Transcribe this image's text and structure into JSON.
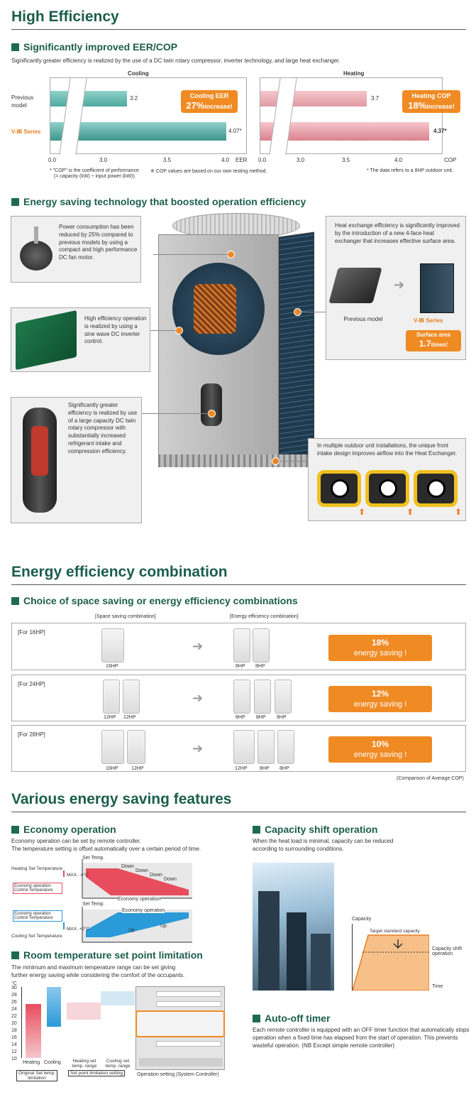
{
  "s1": {
    "title": "High Efficiency",
    "sub1": "Significantly improved EER/COP",
    "desc": "Significantly greater efficiency is realized by the use of a DC twin rotary compressor, inverter technology, and large heat exchanger.",
    "cooling": {
      "label": "Cooling",
      "prev_label": "Previous model",
      "new_label": "V-Ⅲ Series",
      "prev_value": "3.2",
      "new_value": "4.07*",
      "callout_top": "Cooling EER",
      "callout_pct": "27%",
      "callout_word": "increase!",
      "ticks": [
        "0.0",
        "3.0",
        "3.5",
        "4.0"
      ],
      "unit": "EER"
    },
    "heating": {
      "label": "Heating",
      "prev_value": "3.7",
      "new_value": "4.37*",
      "callout_top": "Heating COP",
      "callout_pct": "18%",
      "callout_word": "increase!",
      "ticks": [
        "0.0",
        "3.0",
        "3.5",
        "4.0"
      ],
      "unit": "COP"
    },
    "note_cop": "* \"COP\" is the coefficient of performance",
    "note_cop2": "(= capacity (kW) ÷ input power (kW)).",
    "note_test": "※ COP values are based on our own testing method.",
    "note_hp": "* The data refers to a 8HP outdoor unit."
  },
  "s2": {
    "sub": "Energy saving technology that boosted operation efficiency",
    "motor_text": "Power consumption has been reduced by 25% compared to previous models by using a compact and high performance DC fan motor.",
    "inverter_text": "High efficiency operation is realized by using a sine wave DC inverter control.",
    "compressor_text": "Significantly greater efficiency is realized by use of a large capacity DC twin rotary compressor with substantially increased refrigerant intake and compression efficiency.",
    "hex_text": "Heat exchange efficiency is significantly improved by the introduction of a new 4-face heat exchanger that increases effective surface area.",
    "hex_prev": "Previous model",
    "hex_new": "V-Ⅲ Series",
    "surface_label": "Surface area",
    "surface_value": "1.7",
    "surface_unit": "times!",
    "intake_text": "In multiple outdoor unit installations, the unique front intake design improves airflow into the Heat Exchanger."
  },
  "s3": {
    "title": "Energy efficiency combination",
    "sub": "Choice of space saving or energy efficiency combinations",
    "col_space": "[Space saving combination]",
    "col_energy": "[Energy efficiency combination]",
    "rows": [
      {
        "label": "[For 16HP]",
        "left": [
          "16HP"
        ],
        "right": [
          "8HP",
          "8HP"
        ],
        "pct": "18%",
        "txt": "energy saving !"
      },
      {
        "label": "[For 24HP]",
        "left": [
          "12HP",
          "12HP"
        ],
        "right": [
          "8HP",
          "8HP",
          "8HP"
        ],
        "pct": "12%",
        "txt": "energy saving !"
      },
      {
        "label": "[For 28HP]",
        "left": [
          "16HP",
          "12HP"
        ],
        "right": [
          "12HP",
          "8HP",
          "8HP"
        ],
        "pct": "10%",
        "txt": "energy saving !"
      }
    ],
    "note": "(Comparison of Average COP)"
  },
  "s4": {
    "title": "Various energy saving features",
    "economy": {
      "sub": "Economy operation",
      "desc1": "Economy operation can be set by remote controller.",
      "desc2": "The temperature setting is offset automatically over a certain period of time.",
      "set_temp": "Set Temp.",
      "heat_set": "Heating Set Temperature",
      "max_minus": "MAX. -4°C",
      "eco_ctrl": "Economy operation Control Temperature",
      "down": "Down",
      "eco_op": "Economy operation",
      "up": "Up",
      "max_plus": "MAX. +2°C",
      "cool_set": "Cooling Set Temperature"
    },
    "capacity": {
      "sub": "Capacity shift operation",
      "desc": "When the heat load is minimal, capacity can be reduced according to surrounding conditions.",
      "capacity": "Capacity",
      "target": "Target standard capacity",
      "shift": "Capacity shift operation",
      "time": "Time"
    },
    "room": {
      "sub": "Room temperature set point limitation",
      "desc": "The minimum and maximum temperature range can be set giving further energy saving while considering the comfort of the occupants.",
      "unit": "°C",
      "ticks": [
        "30",
        "28",
        "26",
        "24",
        "22",
        "20",
        "18",
        "16",
        "14",
        "12",
        "10"
      ],
      "heating": "Heating",
      "cooling": "Cooling",
      "heat_range": "Heating set temp. range",
      "cool_range": "Cooling set temp. range",
      "orig": "Original Set temp. limitation",
      "limit": "Set point limitation setting",
      "op_setting": "Operation setting (System Controller)"
    },
    "autooff": {
      "sub": "Auto-off timer",
      "desc": "Each remote controller is equipped with an OFF timer function that automatically stops operation when a fixed time has elapsed from the start of operation. This prevents wasteful operation. (NB Except simple remote controller)"
    }
  }
}
